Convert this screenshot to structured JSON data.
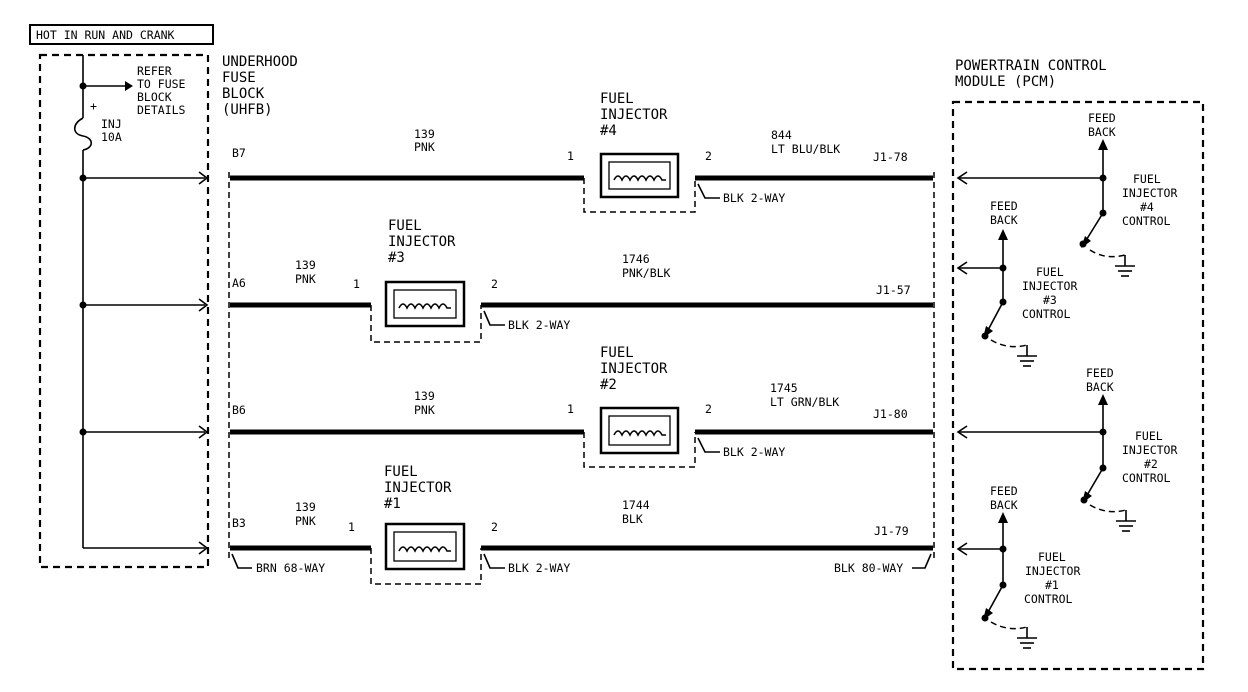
{
  "power_box": {
    "label": "HOT IN RUN AND CRANK"
  },
  "fuse": {
    "note_lines": [
      "REFER",
      "TO FUSE",
      "BLOCK",
      "DETAILS"
    ],
    "name": "INJ",
    "rating": "10A",
    "polarity": "+"
  },
  "fuse_block": {
    "title_lines": [
      "UNDERHOOD",
      "FUSE",
      "BLOCK",
      "(UHFB)"
    ]
  },
  "pcm": {
    "title_lines": [
      "POWERTRAIN CONTROL",
      "MODULE (PCM)"
    ]
  },
  "circuits": [
    {
      "injector_lines": [
        "FUEL",
        "INJECTOR",
        "#4"
      ],
      "fuse_pin": "B7",
      "feed_circuit": "139",
      "feed_color": "PNK",
      "pin_in": "1",
      "pin_out": "2",
      "connector": "BLK 2-WAY",
      "return_circuit": "844",
      "return_color": "LT BLU/BLK",
      "pcm_pin": "J1-78",
      "control_lines": [
        "FUEL",
        "INJECTOR",
        "#4",
        "CONTROL"
      ],
      "feedback_lines": [
        "FEED",
        "BACK"
      ]
    },
    {
      "injector_lines": [
        "FUEL",
        "INJECTOR",
        "#3"
      ],
      "fuse_pin": "A6",
      "feed_circuit": "139",
      "feed_color": "PNK",
      "pin_in": "1",
      "pin_out": "2",
      "connector": "BLK 2-WAY",
      "return_circuit": "1746",
      "return_color": "PNK/BLK",
      "pcm_pin": "J1-57",
      "control_lines": [
        "FUEL",
        "INJECTOR",
        "#3",
        "CONTROL"
      ],
      "feedback_lines": [
        "FEED",
        "BACK"
      ]
    },
    {
      "injector_lines": [
        "FUEL",
        "INJECTOR",
        "#2"
      ],
      "fuse_pin": "B6",
      "feed_circuit": "139",
      "feed_color": "PNK",
      "pin_in": "1",
      "pin_out": "2",
      "connector": "BLK 2-WAY",
      "return_circuit": "1745",
      "return_color": "LT GRN/BLK",
      "pcm_pin": "J1-80",
      "control_lines": [
        "FUEL",
        "INJECTOR",
        "#2",
        "CONTROL"
      ],
      "feedback_lines": [
        "FEED",
        "BACK"
      ]
    },
    {
      "injector_lines": [
        "FUEL",
        "INJECTOR",
        "#1"
      ],
      "fuse_pin": "B3",
      "feed_circuit": "139",
      "feed_color": "PNK",
      "pin_in": "1",
      "pin_out": "2",
      "connector": "BLK 2-WAY",
      "return_circuit": "1744",
      "return_color": "BLK",
      "pcm_pin": "J1-79",
      "control_lines": [
        "FUEL",
        "INJECTOR",
        "#1",
        "CONTROL"
      ],
      "feedback_lines": [
        "FEED",
        "BACK"
      ]
    }
  ],
  "left_connector": "BRN 68-WAY",
  "right_connector": "BLK 80-WAY"
}
